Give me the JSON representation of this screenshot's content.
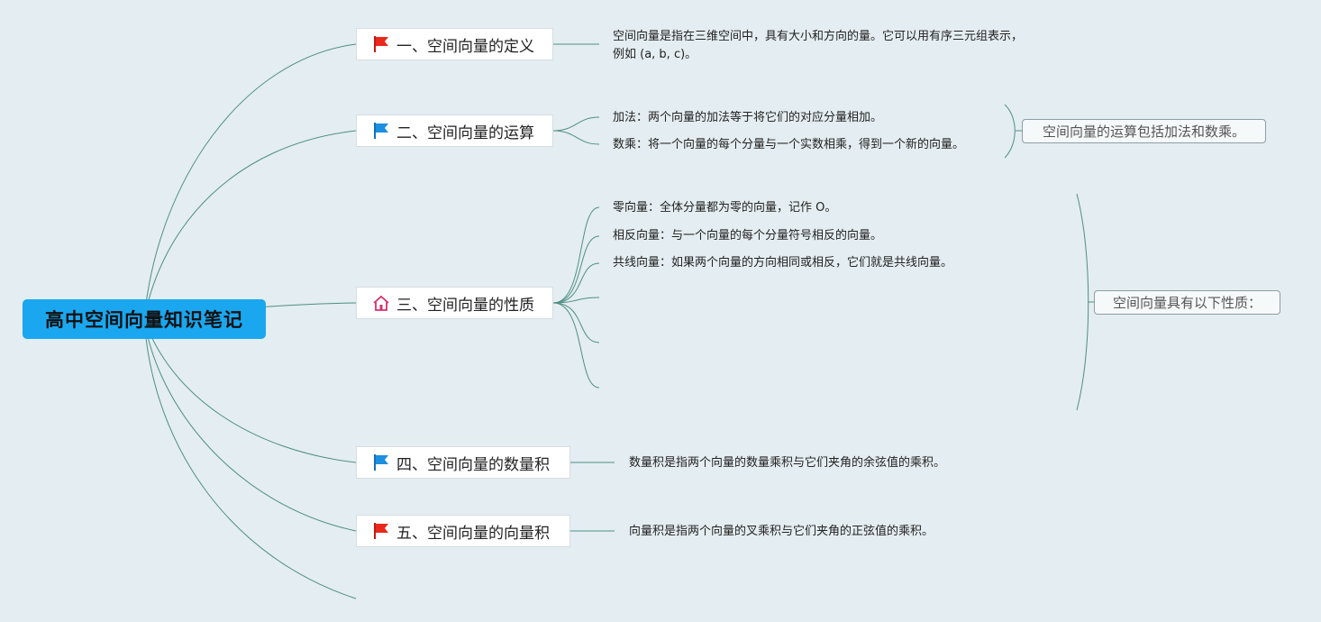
{
  "root": {
    "title": "高中空间向量知识笔记"
  },
  "topics": [
    {
      "label": "一、空间向量的定义",
      "icon": "red-flag-icon",
      "color": "#e8291c",
      "details": [
        "空间向量是指在三维空间中，具有大小和方向的量。它可以用有序三元组表示，",
        "例如 (a, b, c)。"
      ]
    },
    {
      "label": "二、空间向量的运算",
      "icon": "blue-flag-icon",
      "color": "#1c8fe0",
      "details": [
        "加法：两个向量的加法等于将它们的对应分量相加。",
        "数乘：将一个向量的每个分量与一个实数相乘，得到一个新的向量。"
      ],
      "summary": "空间向量的运算包括加法和数乘。"
    },
    {
      "label": "三、空间向量的性质",
      "icon": "home-icon",
      "color": "#d6336c",
      "details": [
        "零向量：全体分量都为零的向量，记作 O。",
        "相反向量：与一个向量的每个分量符号相反的向量。",
        "共线向量：如果两个向量的方向相同或相反，它们就是共线向量。"
      ],
      "summary": "空间向量具有以下性质："
    },
    {
      "label": "四、空间向量的数量积",
      "icon": "blue-flag-icon",
      "color": "#1c8fe0",
      "details": [
        "数量积是指两个向量的数量乘积与它们夹角的余弦值的乘积。"
      ]
    },
    {
      "label": "五、空间向量的向量积",
      "icon": "red-flag-icon",
      "color": "#e8291c",
      "details": [
        "向量积是指两个向量的叉乘积与它们夹角的正弦值的乘积。"
      ]
    }
  ],
  "colors": {
    "line": "#4e8f86",
    "root_fill": "#1aa7f0",
    "background": "#e4edf1"
  }
}
